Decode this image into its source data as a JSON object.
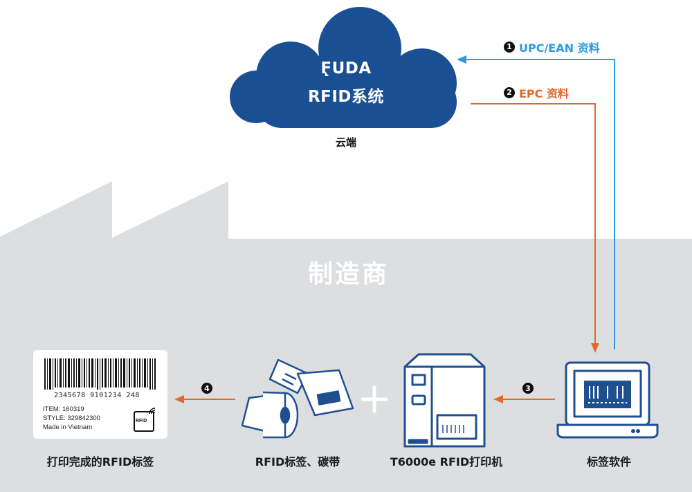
{
  "cloud": {
    "title_line1": "FUDA",
    "title_line2": "RFID系统",
    "label": "云端"
  },
  "factory": {
    "title": "工厂端",
    "subtitle": "制造商"
  },
  "steps": [
    {
      "num": "1",
      "label": "UPC/EAN 资料"
    },
    {
      "num": "2",
      "label": "EPC 资料"
    },
    {
      "num": "3",
      "label": ""
    },
    {
      "num": "4",
      "label": ""
    }
  ],
  "captions": {
    "printed_label": "打印完成的RFID标签",
    "supplies": "RFID标签、碳带",
    "printer": "T6000e RFID打印机",
    "software": "标签软件"
  },
  "printed_label": {
    "barcode_number": "2345678  9101234  248",
    "item": "ITEM: 160319",
    "style": "STYLE: 329842300",
    "origin": "Made in Vietnam",
    "rfid_badge": "RFID"
  },
  "colors": {
    "cloud": "#1a4f93",
    "blue_arrow": "#2a9be0",
    "orange_arrow": "#e4682e",
    "factory_bg": "#dddee0",
    "icon_blue": "#1f4f8f"
  },
  "icons": {
    "plus": "plus-icon",
    "printer": "printer-icon",
    "laptop": "laptop-icon",
    "label_roll": "label-roll-icon"
  }
}
